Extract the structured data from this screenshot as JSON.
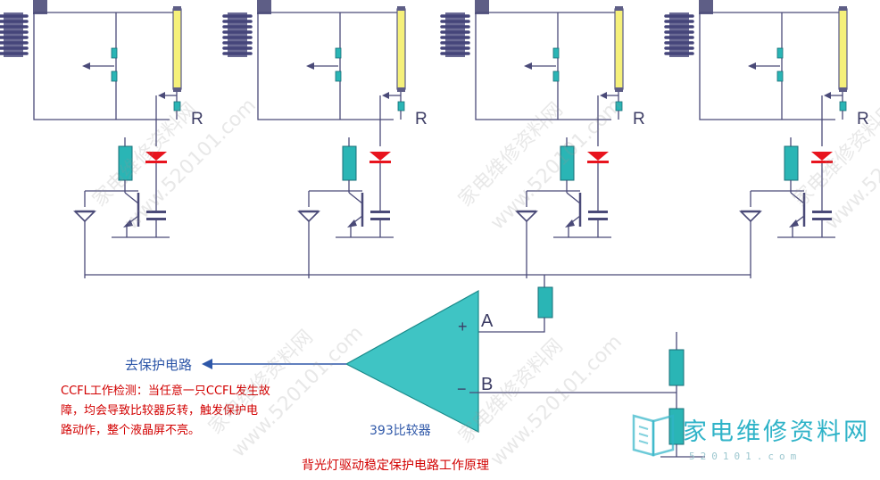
{
  "stage_labels": [
    "R",
    "R",
    "R",
    "R"
  ],
  "comparator": {
    "plus_sign": "+",
    "minus_sign": "−",
    "pin_a": "A",
    "pin_b": "B",
    "name": "393比较器"
  },
  "output_label": "去保护电路",
  "note_lines": [
    "CCFL工作检测：当任意一只CCFL发生故",
    "障，均会导致比较器反转，触发保护电",
    "路动作，整个液晶屏不亮。"
  ],
  "caption": "背光灯驱动稳定保护电路工作原理",
  "watermark": {
    "site_name": "家电维修资料网",
    "url_text": "www.520101.com",
    "logo_text": "家电维修资料网",
    "logo_url": "520101.com"
  },
  "colors": {
    "wire": "#4a4a78",
    "component": "#2ab5b5",
    "component_stroke": "#1a6f78",
    "led": "#e8141e",
    "lamp": "#f5f07a",
    "text_blue": "#2e57a8",
    "text_red": "#d20000"
  }
}
